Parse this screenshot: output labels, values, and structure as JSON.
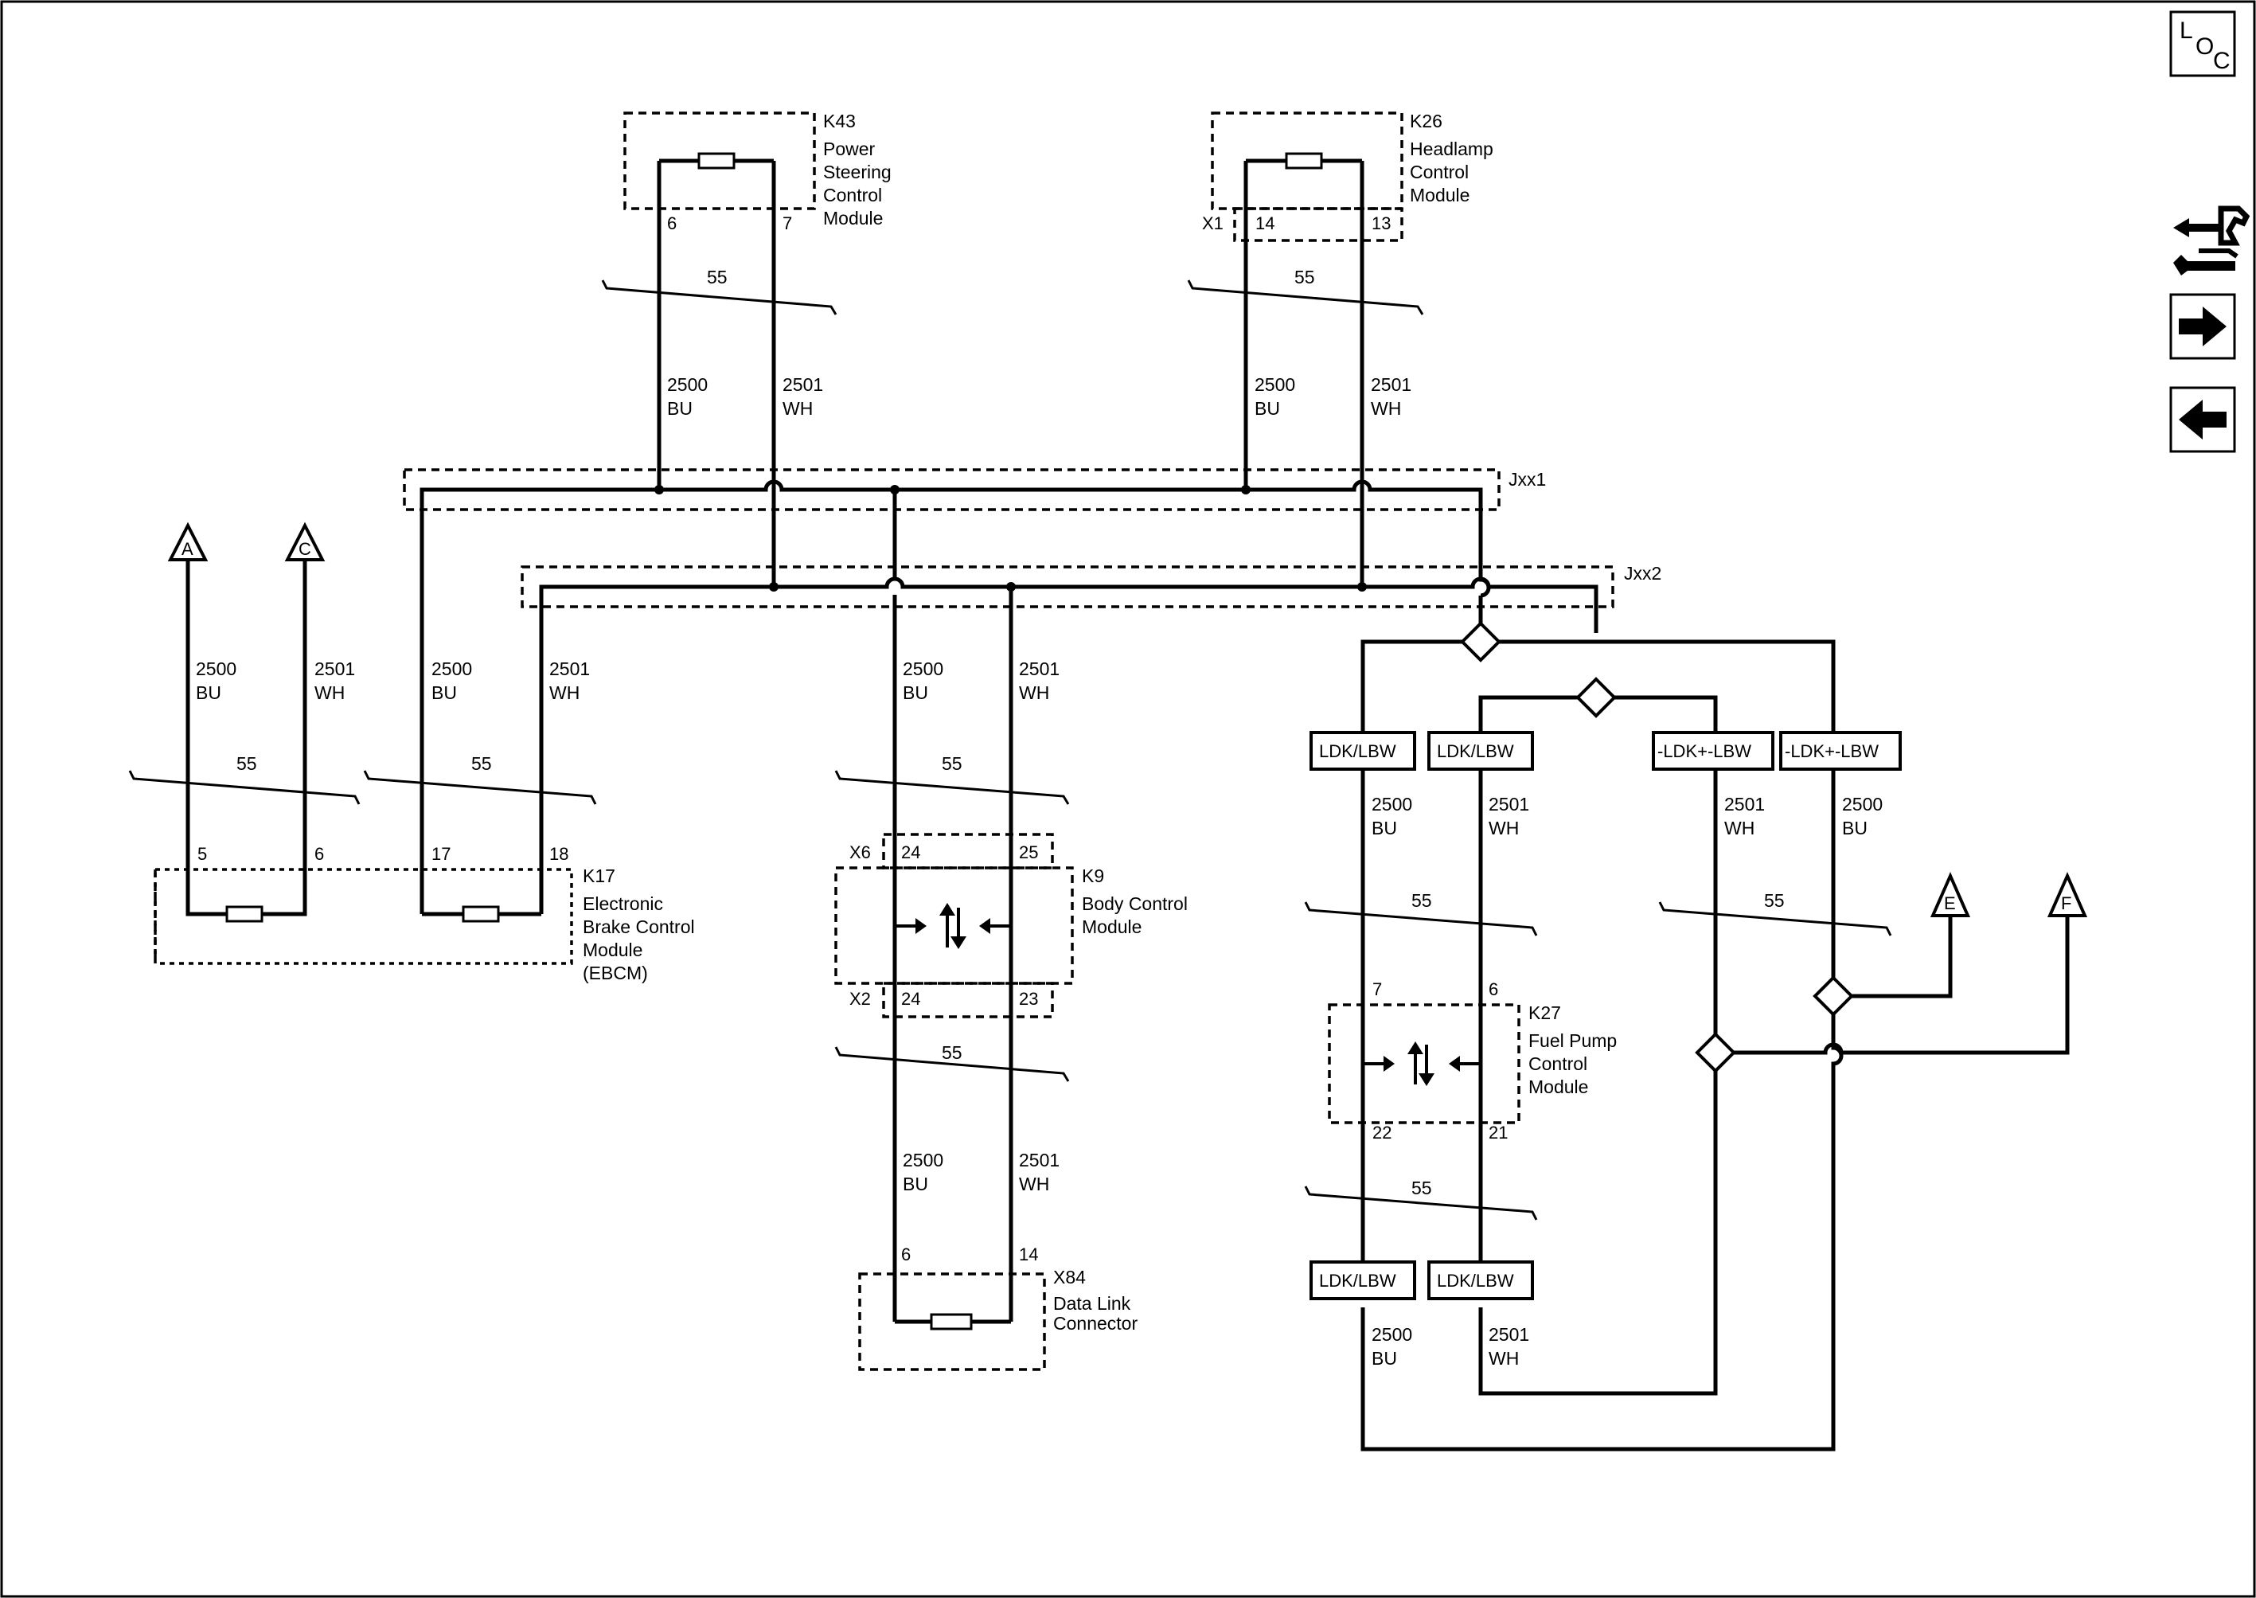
{
  "nav": {
    "loc_label_1": "L",
    "loc_label_2": "O",
    "loc_label_3": "C",
    "connector_icon": "connector-end-view-icon",
    "next_icon": "arrow-right-icon",
    "prev_icon": "arrow-left-icon"
  },
  "modules": {
    "k43": {
      "ref": "K43",
      "name_1": "Power",
      "name_2": "Steering",
      "name_3": "Control",
      "name_4": "Module",
      "pin_a": "6",
      "pin_b": "7"
    },
    "k26": {
      "ref": "K26",
      "name_1": "Headlamp",
      "name_2": "Control",
      "name_3": "Module",
      "conn": "X1",
      "pin_a": "14",
      "pin_b": "13"
    },
    "k17": {
      "ref": "K17",
      "name_1": "Electronic",
      "name_2": "Brake Control",
      "name_3": "Module",
      "name_4": "(EBCM)",
      "pin_a": "5",
      "pin_b": "6",
      "pin_c": "17",
      "pin_d": "18"
    },
    "k9": {
      "ref": "K9",
      "name_1": "Body Control",
      "name_2": "Module",
      "conn_top": "X6",
      "pin_top_a": "24",
      "pin_top_b": "25",
      "conn_bot": "X2",
      "pin_bot_a": "24",
      "pin_bot_b": "23"
    },
    "x84": {
      "ref": "X84",
      "name_1": "Data Link",
      "name_2": "Connector",
      "pin_a": "6",
      "pin_b": "14"
    },
    "k27": {
      "ref": "K27",
      "name_1": "Fuel Pump",
      "name_2": "Control",
      "name_3": "Module",
      "pin_a": "7",
      "pin_b": "6",
      "pin_c": "22",
      "pin_d": "21"
    }
  },
  "splices": {
    "jxx1": "Jxx1",
    "jxx2": "Jxx2"
  },
  "wires": {
    "c2500": "2500",
    "c2501": "2501",
    "bu": "BU",
    "wh": "WH",
    "twist": "55"
  },
  "offpage": {
    "a": "A",
    "c": "C",
    "e": "E",
    "f": "F"
  },
  "option_boxes": {
    "ldk": "LDK/LBW",
    "not_ldk": "-LDK+-LBW"
  }
}
